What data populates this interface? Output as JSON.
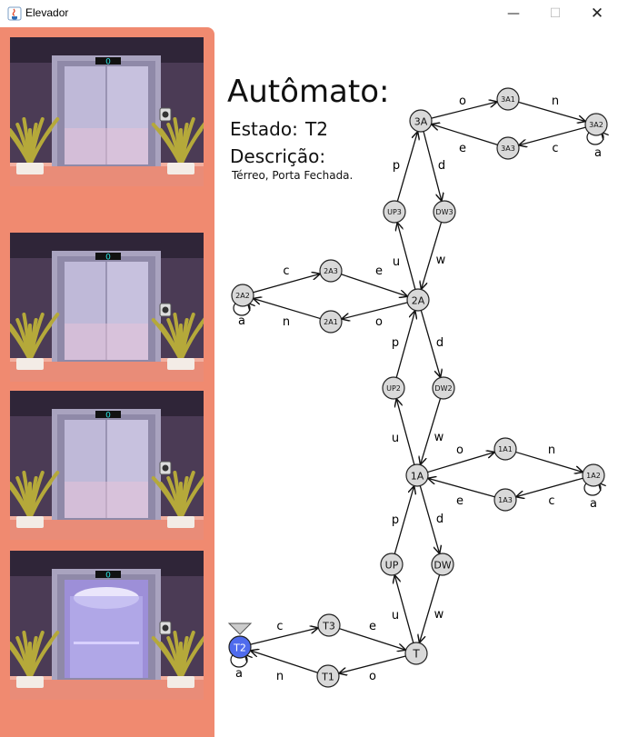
{
  "window": {
    "title": "Elevador",
    "minimize": "—",
    "maximize": "☐",
    "close": "✕"
  },
  "elevator": {
    "floors": [
      {
        "display": "0",
        "door": "closed"
      },
      {
        "display": "0",
        "door": "closed"
      },
      {
        "display": "0",
        "door": "closed"
      },
      {
        "display": "0",
        "door": "open"
      }
    ]
  },
  "automaton": {
    "title": "Autômato:",
    "state_label": "Estado:",
    "state_value": "T2",
    "description_label": "Descrição:",
    "description_value": "Térreo, Porta Fechada.",
    "current_state": "T2",
    "states": [
      "3A1",
      "3A",
      "3A2",
      "3A3",
      "UP3",
      "DW3",
      "2A3",
      "2A2",
      "2A",
      "2A1",
      "UP2",
      "DW2",
      "1A1",
      "1A",
      "1A2",
      "1A3",
      "UP",
      "DW",
      "T3",
      "T2",
      "T",
      "T1"
    ],
    "transitions": [
      {
        "from": "3A",
        "to": "3A1",
        "label": "o"
      },
      {
        "from": "3A1",
        "to": "3A2",
        "label": "n"
      },
      {
        "from": "3A2",
        "to": "3A2",
        "label": "a"
      },
      {
        "from": "3A2",
        "to": "3A3",
        "label": "c"
      },
      {
        "from": "3A3",
        "to": "3A",
        "label": "e"
      },
      {
        "from": "3A",
        "to": "DW3",
        "label": "d"
      },
      {
        "from": "UP3",
        "to": "3A",
        "label": "p"
      },
      {
        "from": "2A",
        "to": "UP3",
        "label": "u"
      },
      {
        "from": "DW3",
        "to": "2A",
        "label": "w"
      },
      {
        "from": "2A2",
        "to": "2A3",
        "label": "c"
      },
      {
        "from": "2A3",
        "to": "2A",
        "label": "e"
      },
      {
        "from": "2A",
        "to": "2A1",
        "label": "o"
      },
      {
        "from": "2A1",
        "to": "2A2",
        "label": "n"
      },
      {
        "from": "2A2",
        "to": "2A2",
        "label": "a"
      },
      {
        "from": "UP2",
        "to": "2A",
        "label": "p"
      },
      {
        "from": "2A",
        "to": "DW2",
        "label": "d"
      },
      {
        "from": "1A",
        "to": "UP2",
        "label": "u"
      },
      {
        "from": "DW2",
        "to": "1A",
        "label": "w"
      },
      {
        "from": "1A",
        "to": "1A1",
        "label": "o"
      },
      {
        "from": "1A1",
        "to": "1A2",
        "label": "n"
      },
      {
        "from": "1A2",
        "to": "1A2",
        "label": "a"
      },
      {
        "from": "1A2",
        "to": "1A3",
        "label": "c"
      },
      {
        "from": "1A3",
        "to": "1A",
        "label": "e"
      },
      {
        "from": "UP",
        "to": "1A",
        "label": "p"
      },
      {
        "from": "1A",
        "to": "DW",
        "label": "d"
      },
      {
        "from": "T",
        "to": "UP",
        "label": "u"
      },
      {
        "from": "DW",
        "to": "T",
        "label": "w"
      },
      {
        "from": "T2",
        "to": "T3",
        "label": "c"
      },
      {
        "from": "T3",
        "to": "T",
        "label": "e"
      },
      {
        "from": "T",
        "to": "T1",
        "label": "o"
      },
      {
        "from": "T1",
        "to": "T2",
        "label": "n"
      },
      {
        "from": "T2",
        "to": "T2",
        "label": "a"
      }
    ]
  },
  "colors": {
    "state_fill": "#d9d9d9",
    "current_state_fill": "#4f6bed",
    "frame": "#f08a70",
    "display_digit": "#2ee6e6",
    "plant": "#b5a93a"
  }
}
